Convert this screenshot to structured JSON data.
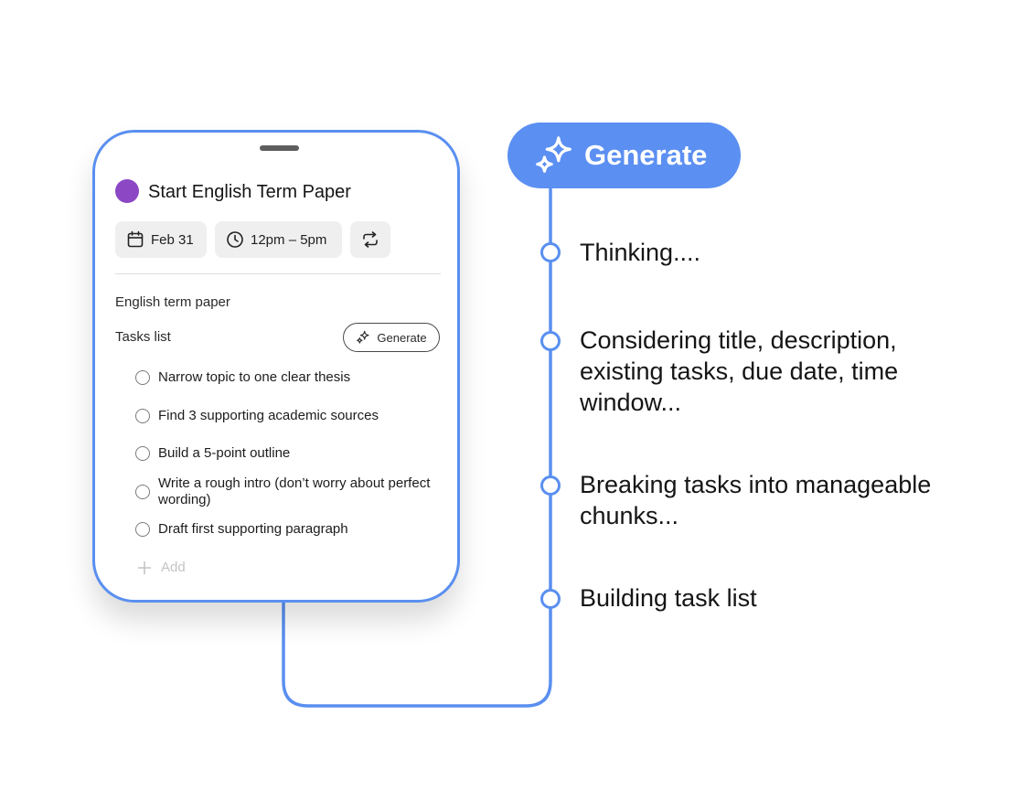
{
  "card": {
    "title": "Start English Term Paper",
    "color": "#8b47c4",
    "date": "Feb 31",
    "time": "12pm – 5pm",
    "description": "English term paper",
    "tasks_label": "Tasks list",
    "generate_label": "Generate",
    "tasks": [
      "Narrow topic to one clear thesis",
      "Find 3 supporting academic sources",
      "Build a 5-point outline",
      "Write a rough intro (don’t worry about perfect wording)",
      "Draft first supporting paragraph"
    ],
    "add_label": "Add"
  },
  "flow": {
    "generate_label": "Generate",
    "accent": "#5b8ff2",
    "steps": [
      "Thinking....",
      "Considering title, description, existing tasks, due date, time window...",
      "Breaking tasks into manageable chunks...",
      "Building task list"
    ]
  }
}
